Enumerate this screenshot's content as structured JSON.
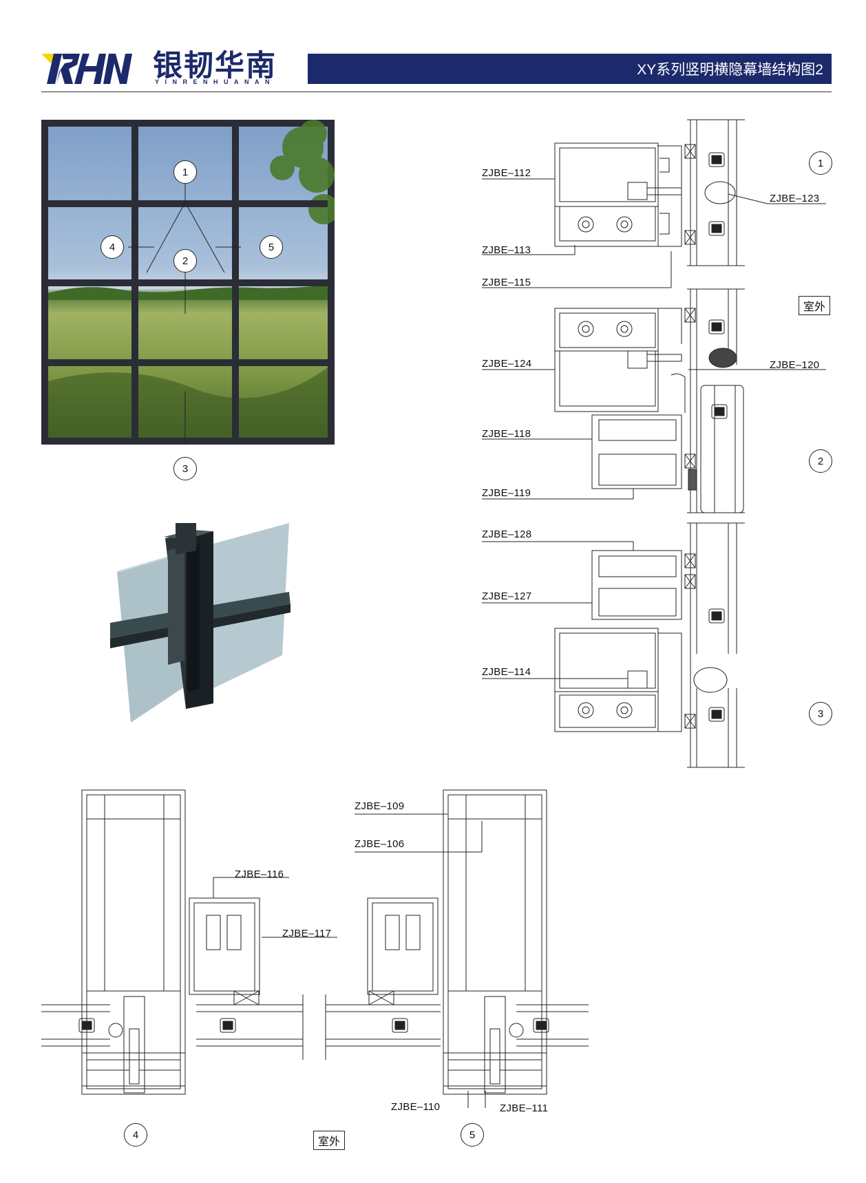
{
  "header": {
    "logo_letters": "YRHN",
    "logo_cn": "银韧华南",
    "logo_sub": "YINRENHUANAN",
    "title": "XY系列竖明横隐幕墙结构图2",
    "brand_color": "#1c2a6b",
    "accent_color": "#f5d400"
  },
  "photo_callouts": [
    "1",
    "2",
    "3",
    "4",
    "5"
  ],
  "section_callouts": {
    "s1": "1",
    "s2": "2",
    "s3": "3",
    "s4": "4",
    "s5": "5"
  },
  "outside_labels": {
    "right": "室外",
    "bottom": "室外"
  },
  "part_labels": {
    "p112": "ZJBE–112",
    "p113": "ZJBE–113",
    "p115": "ZJBE–115",
    "p123": "ZJBE–123",
    "p124": "ZJBE–124",
    "p120": "ZJBE–120",
    "p118": "ZJBE–118",
    "p119": "ZJBE–119",
    "p128": "ZJBE–128",
    "p127": "ZJBE–127",
    "p114": "ZJBE–114",
    "p116": "ZJBE–116",
    "p117": "ZJBE–117",
    "p109": "ZJBE–109",
    "p106": "ZJBE–106",
    "p110": "ZJBE–110",
    "p111": "ZJBE–111"
  }
}
